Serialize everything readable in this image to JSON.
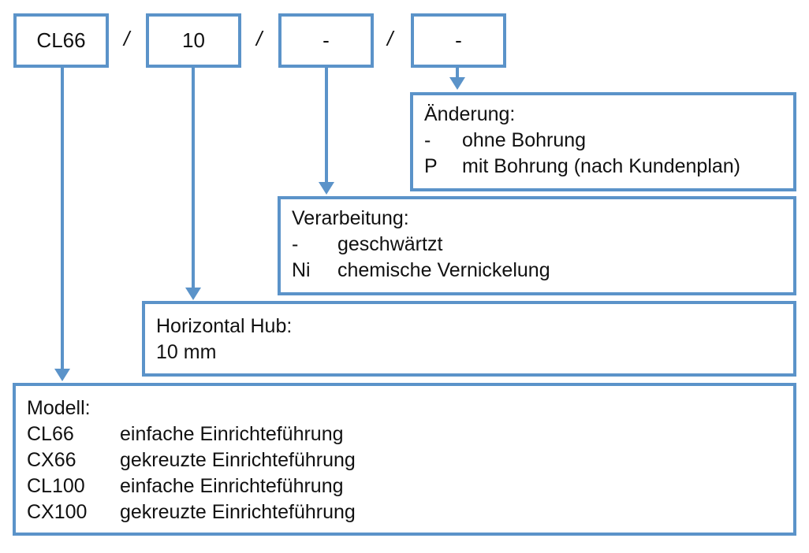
{
  "code": {
    "part1": "CL66",
    "part2": "10",
    "part3": "-",
    "part4": "-",
    "separator": "/"
  },
  "aenderung": {
    "title": "Änderung:",
    "rows": [
      {
        "key": "-",
        "value": "ohne Bohrung"
      },
      {
        "key": "P",
        "value": "mit Bohrung (nach Kundenplan)"
      }
    ]
  },
  "verarbeitung": {
    "title": "Verarbeitung:",
    "rows": [
      {
        "key": "-",
        "value": "geschwärtzt"
      },
      {
        "key": "Ni",
        "value": "chemische Vernickelung"
      }
    ]
  },
  "hub": {
    "title": "Horizontal Hub:",
    "value": "10 mm"
  },
  "modell": {
    "title": "Modell:",
    "rows": [
      {
        "key": "CL66",
        "value": "einfache Einrichteführung"
      },
      {
        "key": "CX66",
        "value": "gekreuzte Einrichteführung"
      },
      {
        "key": "CL100",
        "value": "einfache Einrichteführung"
      },
      {
        "key": "CX100",
        "value": "gekreuzte Einrichteführung"
      }
    ]
  },
  "colors": {
    "line": "#5b93c9",
    "text": "#111111"
  }
}
